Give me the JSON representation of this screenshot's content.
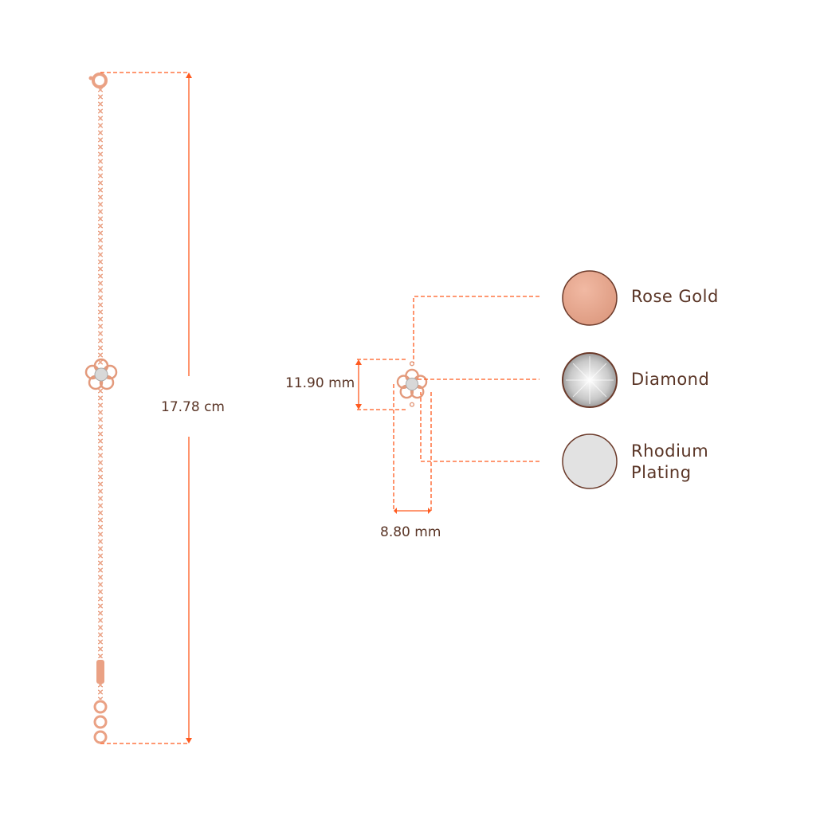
{
  "dimensions": {
    "length": "17.78 cm",
    "motif_height": "11.90 mm",
    "motif_width": "8.80 mm"
  },
  "materials": [
    {
      "label": "Rose Gold",
      "color": "#e8a88e"
    },
    {
      "label": "Diamond",
      "color": "#e6e6e6"
    },
    {
      "label": "Rhodium Plating",
      "line1": "Rhodium",
      "line2": "Plating",
      "color": "#e2e2e2"
    }
  ],
  "colors": {
    "dimension_line": "#ff5a1f",
    "text": "#5a3526",
    "metal": "#eaa184",
    "swatch_border": "#6b3a2a"
  }
}
